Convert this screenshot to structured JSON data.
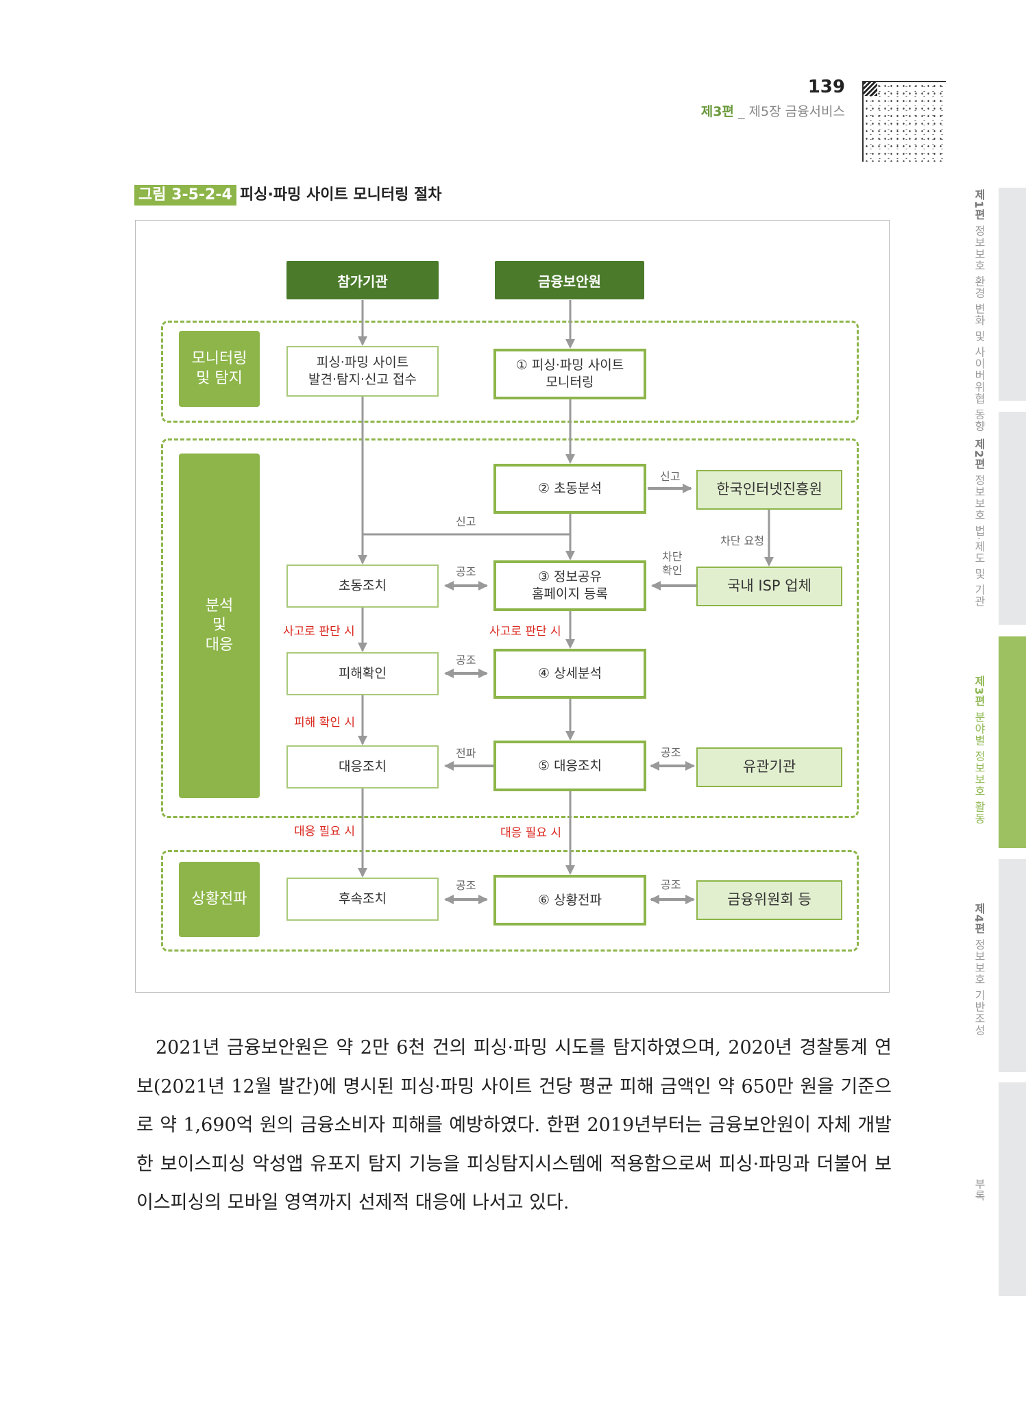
{
  "header": {
    "page_number": "139",
    "part": "제3편",
    "separator": "_",
    "chapter": "제5장 금융서비스"
  },
  "side_tabs": [
    {
      "part": "제1편",
      "title": "정보보호 환경 변화 및 사이버위협 동향",
      "active": false
    },
    {
      "part": "제2편",
      "title": "정보보호 법·제도 및 기관",
      "active": false
    },
    {
      "part": "제3편",
      "title": "분야별 정보보호 활동",
      "active": true
    },
    {
      "part": "제4편",
      "title": "정보보호 기반조성",
      "active": false
    },
    {
      "part": "",
      "title": "부록",
      "active": false
    }
  ],
  "figure": {
    "label": "그림 3-5-2-4",
    "title": "피싱·파밍 사이트 모니터링 절차",
    "headers": [
      "참가기관",
      "금융보안원"
    ],
    "phases": [
      "모니터링\n및 탐지",
      "분석\n및\n대응",
      "상황전파"
    ],
    "left_boxes": [
      "피싱·파밍 사이트\n발견·탐지·신고 접수",
      "초동조치",
      "피해확인",
      "대응조치",
      "후속조치"
    ],
    "mid_boxes": [
      "① 피싱·파밍 사이트\n모니터링",
      "② 초동분석",
      "③ 정보공유\n홈페이지 등록",
      "④ 상세분석",
      "⑤ 대응조치",
      "⑥ 상황전파"
    ],
    "right_boxes": [
      "한국인터넷진흥원",
      "국내 ISP 업체",
      "유관기관",
      "금융위원회 등"
    ],
    "edge_labels": {
      "report_kisa": "신고",
      "report_join": "신고",
      "block_request": "차단 요청",
      "block_confirm": "차단\n확인",
      "coop1": "공조",
      "coop2": "공조",
      "propagate": "전파",
      "coop3": "공조",
      "coop4": "공조",
      "coop5": "공조"
    },
    "conditions": {
      "accident_left": "사고로 판단 시",
      "accident_mid": "사고로 판단 시",
      "damage": "피해 확인 시",
      "response_left": "대응 필요 시",
      "response_mid": "대응 필요 시"
    },
    "colors": {
      "dark_green": "#4a7a2a",
      "green": "#8db549",
      "light_green": "#e2efcf",
      "red": "#d9261c",
      "arrow": "#999999"
    }
  },
  "body_text": "2021년 금융보안원은 약 2만 6천 건의 피싱·파밍 시도를 탐지하였으며, 2020년 경찰통계 연보(2021년 12월 발간)에 명시된 피싱·파밍 사이트 건당 평균 피해 금액인 약 650만 원을 기준으로 약 1,690억 원의 금융소비자 피해를 예방하였다. 한편 2019년부터는 금융보안원이 자체 개발한 보이스피싱 악성앱 유포지 탐지 기능을 피싱탐지시스템에 적용함으로써 피싱·파밍과 더불어 보이스피싱의 모바일 영역까지 선제적 대응에 나서고 있다."
}
